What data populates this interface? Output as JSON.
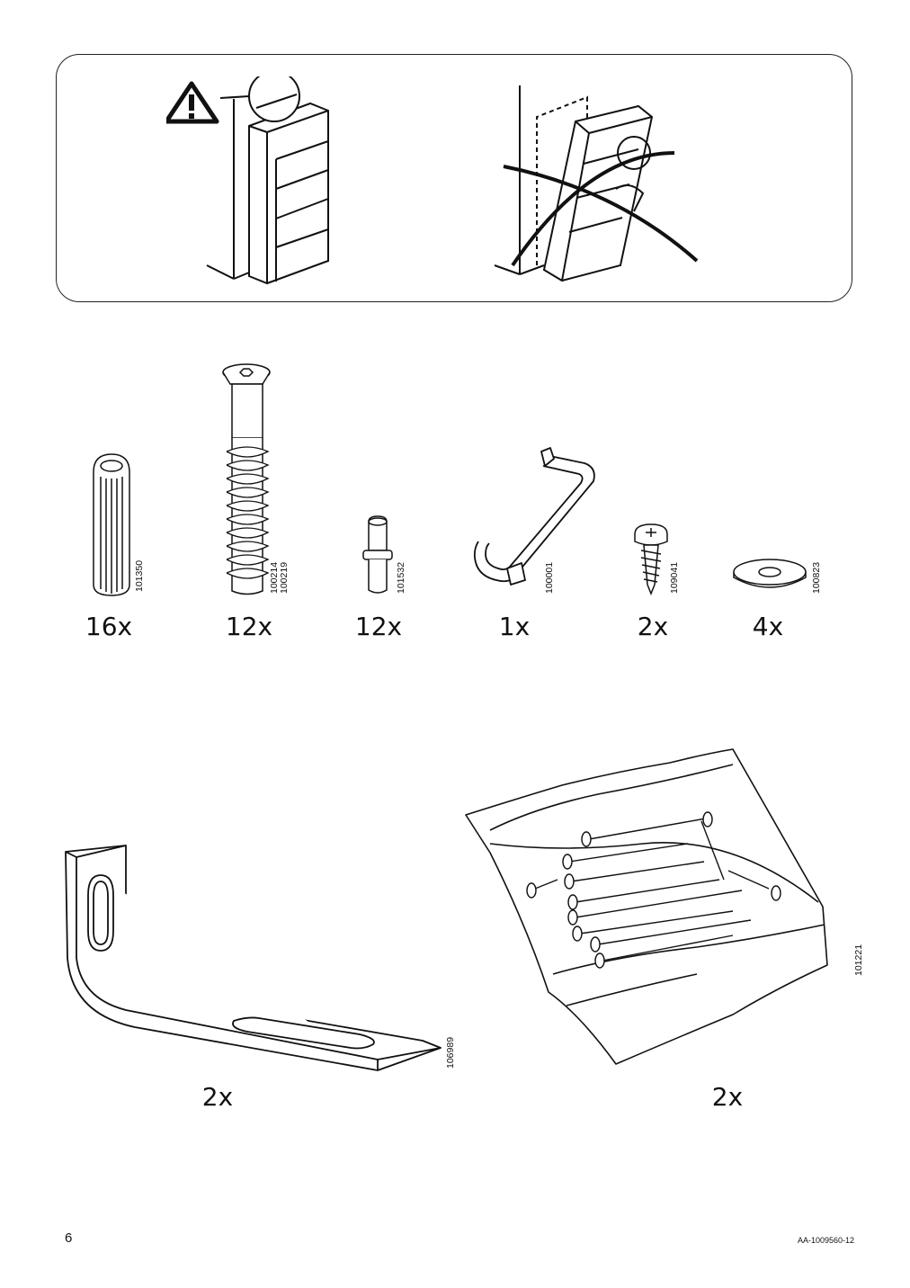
{
  "warning": {
    "icon": "warning-triangle-icon",
    "correct_illustration": "bookcase-against-wall",
    "incorrect_illustration": "bookcase-tipping-crossed-out"
  },
  "parts": [
    {
      "icon": "dowel-icon",
      "code": "101350",
      "qty": "16x"
    },
    {
      "icon": "connector-bolt-icon",
      "code": "100214\n100219",
      "qty": "12x"
    },
    {
      "icon": "shelf-pin-icon",
      "code": "101532",
      "qty": "12x"
    },
    {
      "icon": "allen-key-icon",
      "code": "100001",
      "qty": "1x"
    },
    {
      "icon": "screw-icon",
      "code": "109041",
      "qty": "2x"
    },
    {
      "icon": "washer-icon",
      "code": "100823",
      "qty": "4x"
    }
  ],
  "large_parts": [
    {
      "icon": "angle-bracket-icon",
      "code": "106989",
      "qty": "2x"
    },
    {
      "icon": "nail-bag-icon",
      "code": "101221",
      "qty": "2x"
    }
  ],
  "footer": {
    "page_number": "6",
    "doc_id": "AA-1009560-12"
  }
}
